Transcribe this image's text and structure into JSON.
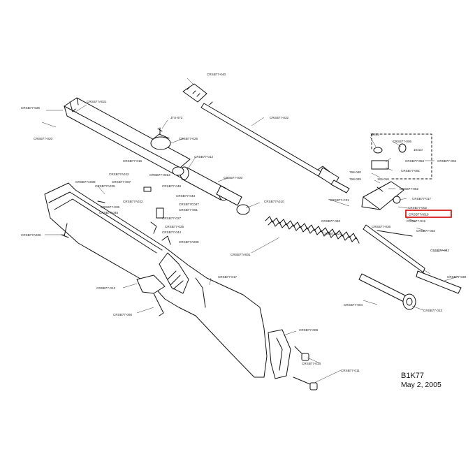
{
  "drawing": {
    "model_id": "B1K77",
    "date": "May 2, 2005",
    "highlight_color": "#d40000"
  },
  "labels": {
    "forearm_cover": "CRSB77A021",
    "rear_screw": "CRSB77-025",
    "screw_lower": "CRSB77-020",
    "front_sight": "CRSB77-040",
    "barrel": "CRSB77-032",
    "sight_screw": "JTS-073",
    "sight_knob": "CRSB77-026",
    "block_part": "CRSB77-012",
    "pin_a": "CRSB77-016",
    "pin_b": "CRSB77-0012",
    "spring_piece": "CRSB77A008",
    "trigger_pin": "CRSB77-067",
    "trigger_pin_b": "CRSB77A029",
    "trigger_sear": "CRSB77-035",
    "trigger_sear_b": "CRSB77-045",
    "lever_c": "CRSB77-048",
    "lever_d": "CRSB77-043",
    "ring_a": "CRSB77A022",
    "ring_b": "CRSB77C047",
    "ring_c": "CRSB77-061",
    "ring_d": "CRSB77-027",
    "ring_e": "CRSB77-025",
    "ring_f": "CRSB77-044",
    "trigger_spring": "CRSB77A009",
    "stock_screw": "CRSB77A006",
    "piston": "CRSB77-030",
    "piston_seal": "CRSB77A010",
    "mainspring": "CRSB77A001",
    "guide": "CRSB77-017",
    "buttplate": "CRSB77-008",
    "butt_screw": "CRSB77-014",
    "butt_screw_b": "CRSB77-011",
    "trigger_guard": "CRSB77-012",
    "guard_screw": "CRSB77-060",
    "rear_sight_id": "10411",
    "rear_sight_a": "CRSB77-005",
    "rear_sight_b": "10410",
    "rear_sight_c": "CRSB77-053",
    "rear_sight_d": "CRSB77-051",
    "rear_sight_group": "CRSB77-004",
    "rs_e": "768-040",
    "rs_f": "768-029",
    "rs_g": "CRSB77-052",
    "rs_h": "129-018",
    "rs_i": "CRSB77-017",
    "rs_j": "CRSB77-C01",
    "rs_k": "CRSB77-002",
    "rs_highlight": "CRSB77A019",
    "rs_l": "CRSB77-019",
    "rs_m": "CRSB77-040",
    "rs_n": "CRSB77-027",
    "rs_o": "CRSB77-036",
    "rs_p": "CRSB77-034",
    "cocking_lever": "CRSB77-042",
    "cocking_link": "CRSB77-038",
    "cylinder": "CRSB77-004",
    "end_cap": "CRSB77-013"
  }
}
